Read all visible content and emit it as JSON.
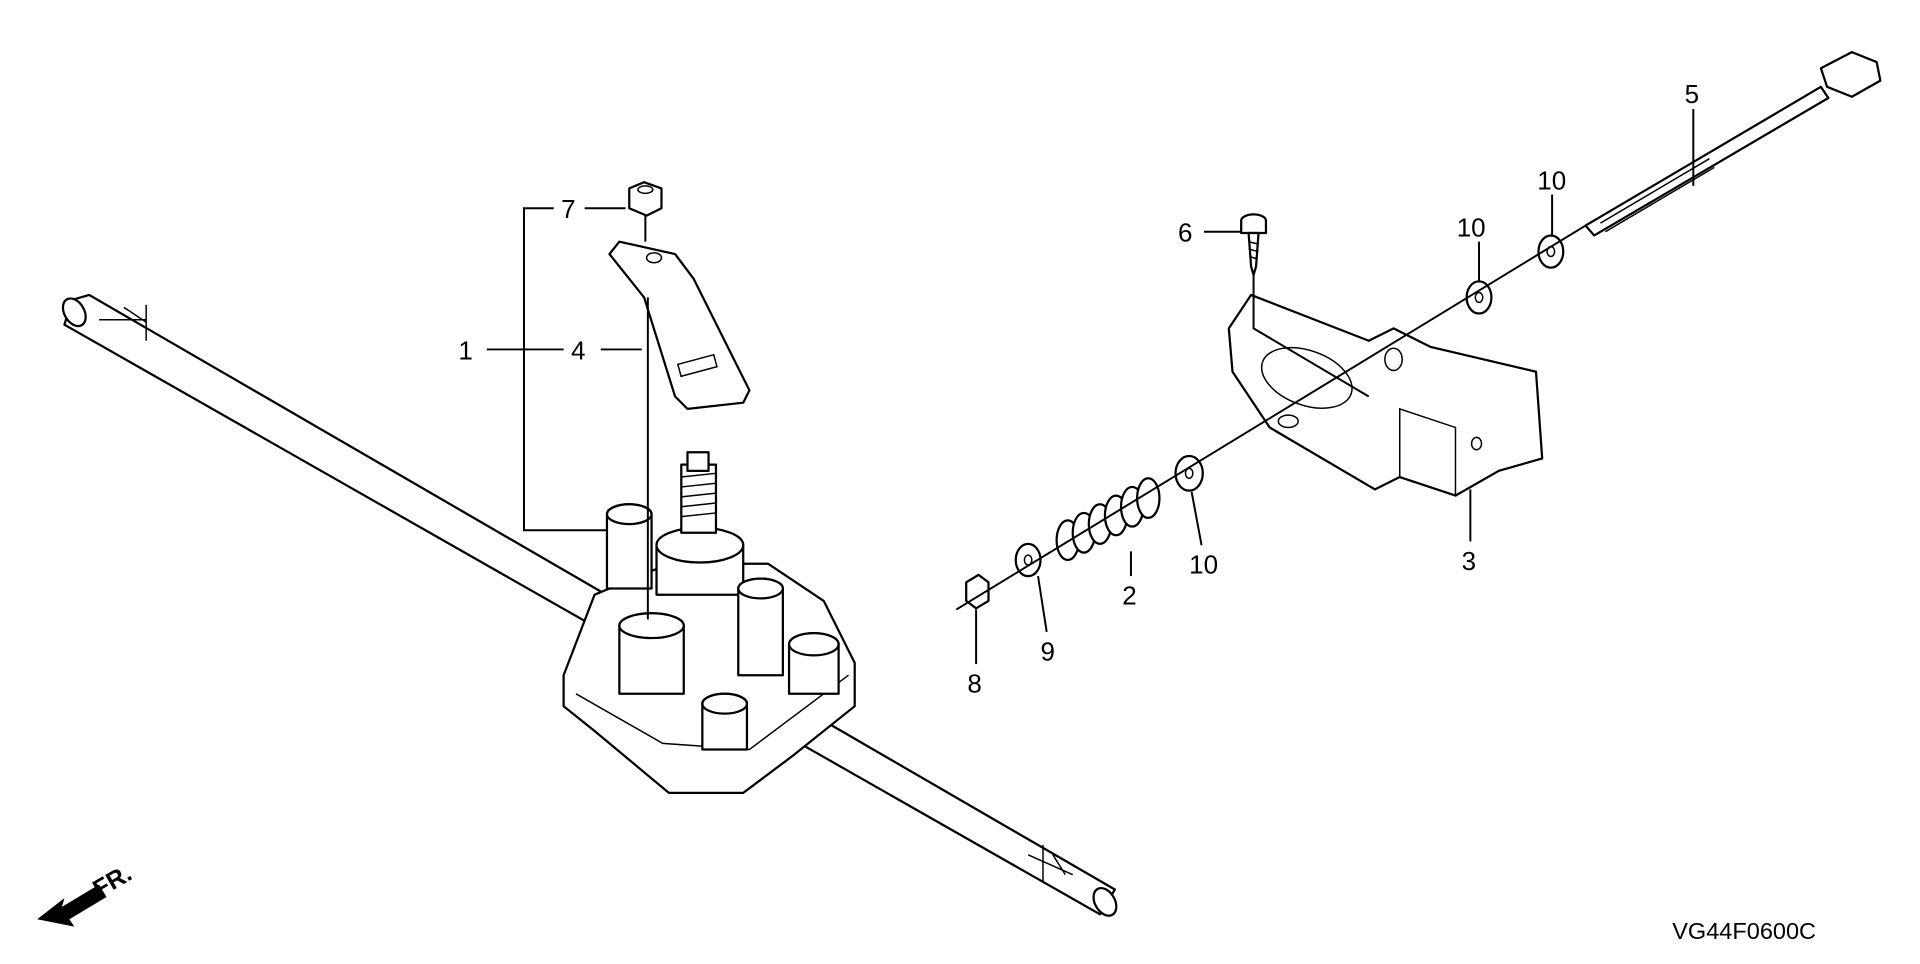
{
  "diagram": {
    "callouts": {
      "c1": "1",
      "c2": "2",
      "c3": "3",
      "c4": "4",
      "c5": "5",
      "c6": "6",
      "c7": "7",
      "c8": "8",
      "c9": "9",
      "c10a": "10",
      "c10b": "10",
      "c10c": "10"
    },
    "direction_label": "FR.",
    "drawing_code": "VG44F0600C"
  }
}
